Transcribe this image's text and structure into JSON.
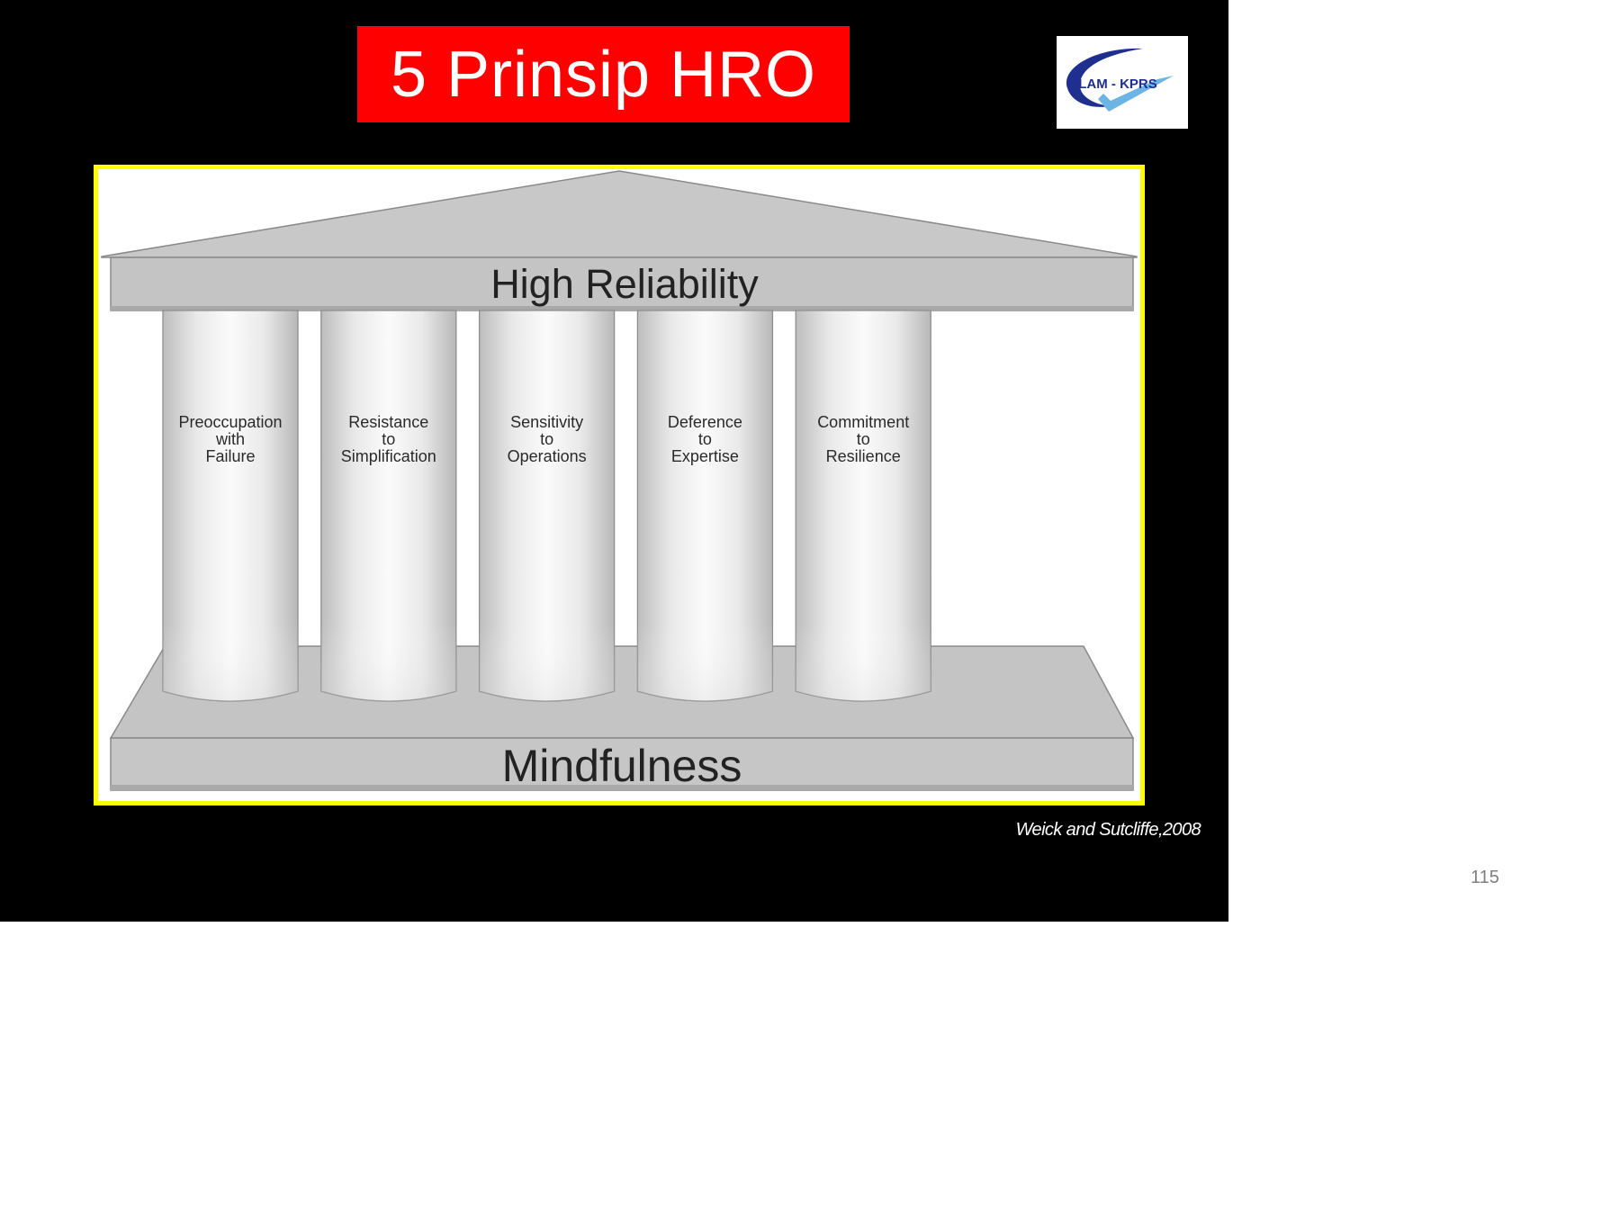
{
  "slide": {
    "title": "5 Prinsip HRO",
    "logo_text": "LAM - KPRS",
    "citation": "Weick and Sutcliffe,2008",
    "page_number": "115"
  },
  "temple": {
    "roof_label": "High Reliability",
    "base_label": "Mindfulness",
    "pillars": [
      {
        "lines": [
          "Preoccupation",
          "with",
          "Failure"
        ]
      },
      {
        "lines": [
          "Resistance",
          "to",
          "Simplification"
        ]
      },
      {
        "lines": [
          "Sensitivity",
          "to",
          "Operations"
        ]
      },
      {
        "lines": [
          "Deference",
          "to",
          "Expertise"
        ]
      },
      {
        "lines": [
          "Commitment",
          "to",
          "Resilience"
        ]
      }
    ]
  },
  "colors": {
    "slide_background": "#000000",
    "title_background": "#ff0000",
    "title_text": "#ffffff",
    "frame_border": "#ffff00",
    "temple_gray": "#c8c8c8",
    "logo_blue": "#1f2f8f",
    "logo_check": "#6cb4e4",
    "page_number": "#7f7f7f"
  }
}
